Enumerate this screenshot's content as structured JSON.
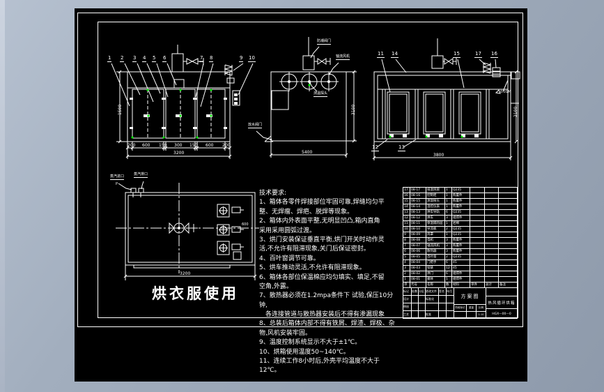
{
  "colors": {
    "background": "#9aa6b6",
    "canvas": "#000000",
    "line": "#ffffff",
    "snap_green": "#00ff00"
  },
  "caption": "烘衣服使用",
  "front_view": {
    "balloons": [
      "1",
      "2",
      "3",
      "4",
      "5",
      "6",
      "7",
      "8",
      "9",
      "10"
    ],
    "seg": [
      "200",
      "600",
      "150",
      "300",
      "150",
      "600",
      "200"
    ],
    "total": "3200",
    "height": "1500"
  },
  "side_view": {
    "valve_label": "防潮阀门",
    "fan_label": "轴流风机",
    "probe_label": "测温探头",
    "drain_label": "放水阀门",
    "width": "5400",
    "height": "3100"
  },
  "rear_view": {
    "b11": "11",
    "b14": "14",
    "b15": "15",
    "b17": "17",
    "b16": "16",
    "b12": "12",
    "b13": "13",
    "note": "0.01M",
    "width": "3800",
    "height": "2100"
  },
  "top_view": {
    "steam_in": "蒸汽进口",
    "steam_in_sub": "P",
    "steam_out": "蒸汽排口",
    "side_dim": "600",
    "width": "3200"
  },
  "tech": {
    "lines": [
      {
        "t": "技术要求:"
      },
      {
        "t": "1、箱体各零件焊接部位牢固可靠,焊缝均匀平"
      },
      {
        "t": "整、无焊瘤、焊疤、脱焊等现象。"
      },
      {
        "t": "2、箱体内外表面平整,无明显凹凸,箱内直角"
      },
      {
        "t": "采用采用圆弧过渡。"
      },
      {
        "t": "3、烘门安装保证垂直平衡,烘门开关时动作灵"
      },
      {
        "t": "活,不允许有阻滞现象,关门后保证密封。"
      },
      {
        "t": "4、百叶窗调节可靠。"
      },
      {
        "t": "5、烘车推动灵活,不允许有阻滞现象。"
      },
      {
        "t": "6、箱体各部位保温棉应均匀填实、填足,不留"
      },
      {
        "t": "空角,外露。"
      },
      {
        "t": "7、散热器必须在1.2mpa条件下 试验,保压10分"
      },
      {
        "t": "钟,"
      },
      {
        "t": "　各连接管道与散热器安装后不得有渗漏现象"
      },
      {
        "t": "8、总装后箱体内部不得有铁屑、焊渣、焊极、杂"
      },
      {
        "t": "物,风机安装牢固。"
      },
      {
        "t": "9、温度控制系统显示不大于±1℃。"
      },
      {
        "t": "10、烘箱使用温度50~140℃。"
      },
      {
        "t": "11、连续工作8小时后,外壳平均温度不大于"
      },
      {
        "t": "12℃。"
      }
    ]
  },
  "bom": {
    "header": {
      "no": "序号",
      "code": "代号",
      "name": "名称",
      "qty": "数量",
      "mat": "材料",
      "unit": "单件",
      "total": "总计",
      "note": "备注"
    },
    "rows": [
      {
        "no": "17",
        "code": "08-17",
        "name": "排湿风管",
        "qty": "1",
        "mat": "Q235"
      },
      {
        "no": "16",
        "code": "08-16",
        "name": "控制柜",
        "qty": "1",
        "mat": "购置件"
      },
      {
        "no": "15",
        "code": "08-15",
        "name": "测温探头",
        "qty": "1",
        "mat": "购置件"
      },
      {
        "no": "14",
        "code": "08-14",
        "name": "温控仪表",
        "qty": "1",
        "mat": "购置件"
      },
      {
        "no": "13",
        "code": "08-13",
        "name": "烘车导轨",
        "qty": "6",
        "mat": "Q235"
      },
      {
        "no": "12",
        "code": "08-12",
        "name": "烘车",
        "qty": "3",
        "mat": "组焊件"
      },
      {
        "no": "11",
        "code": "08-11",
        "name": "保温隔热层",
        "qty": "1",
        "mat": "岩棉"
      },
      {
        "no": "10",
        "code": "08-10",
        "name": "导流板",
        "qty": "2",
        "mat": "Q235"
      },
      {
        "no": "9",
        "code": "08-09",
        "name": "风罩",
        "qty": "1",
        "mat": "Q235"
      },
      {
        "no": "8",
        "code": "08-08",
        "name": "电机",
        "qty": "3",
        "mat": "购置件"
      },
      {
        "no": "7",
        "code": "08-07",
        "name": "轴流风机",
        "qty": "3",
        "mat": "购置件"
      },
      {
        "no": "6",
        "code": "08-06",
        "name": "散热器",
        "qty": "3",
        "mat": "购置件"
      },
      {
        "no": "5",
        "code": "08-05",
        "name": "百叶窗",
        "qty": "2",
        "mat": "Q235"
      },
      {
        "no": "4",
        "code": "08-04",
        "name": "门把手",
        "qty": "6",
        "mat": "45"
      },
      {
        "no": "3",
        "code": "08-03",
        "name": "铰链",
        "qty": "12",
        "mat": "45"
      },
      {
        "no": "2",
        "code": "08-02",
        "name": "烘门",
        "qty": "6",
        "mat": "组焊件"
      },
      {
        "no": "1",
        "code": "08-01",
        "name": "箱体",
        "qty": "1",
        "mat": "组焊件"
      }
    ]
  },
  "titleblock": {
    "scheme": "方案图",
    "product": "热风循环烘箱",
    "drawing_no": "HGX—00—0",
    "left_rows": [
      {
        "c1": "标记",
        "c2": "处数",
        "c3": "分区",
        "c4": "更改文件号",
        "c5": "签名",
        "c6": "年月日"
      },
      {
        "c1": "设计",
        "c2": "",
        "c3": "",
        "c4": "标准化",
        "c5": "",
        "c6": ""
      },
      {
        "c1": "审核",
        "c2": "",
        "c3": "",
        "c4": "",
        "c5": "",
        "c6": ""
      },
      {
        "c1": "工艺",
        "c2": "",
        "c3": "",
        "c4": "批准",
        "c5": "",
        "c6": ""
      }
    ],
    "stage_cells": {
      "a": "阶段标记",
      "b": "重量",
      "c": "比例",
      "d": "",
      "e": "",
      "f": "1:10"
    }
  }
}
